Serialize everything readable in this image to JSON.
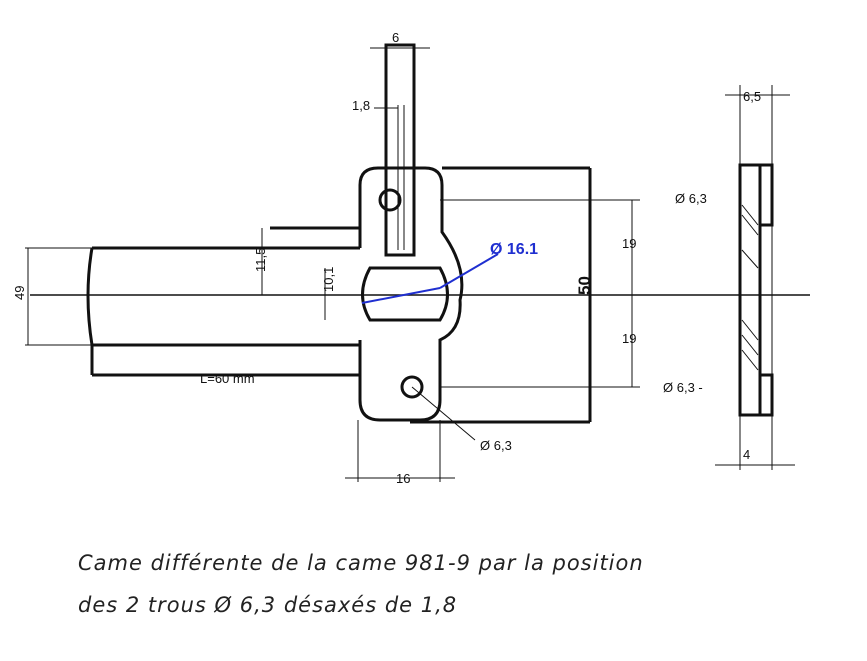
{
  "labels": {
    "tab_width": "6",
    "slot_width": "1,8",
    "plate_height": "50",
    "upper_half": "19",
    "lower_half": "19",
    "left_height": "49",
    "arm_offset": "11,5",
    "window_height": "10,1",
    "circle_diameter": "16.1",
    "length": "L=60 mm",
    "hole_spacing": "16",
    "hole_main": "6,3",
    "side_thickness": "6,5",
    "side_hole_top": "6,3",
    "side_hole_bottom": "6,3 -",
    "side_base": "4",
    "diameter_symbol": "Ø"
  },
  "note": {
    "line1": "Came différente de la came 981-9 par la position",
    "line2": "des 2 trous Ø 6,3 désaxés de 1,8"
  },
  "colors": {
    "ink": "#111111",
    "annotation_blue": "#1f2fd0"
  }
}
